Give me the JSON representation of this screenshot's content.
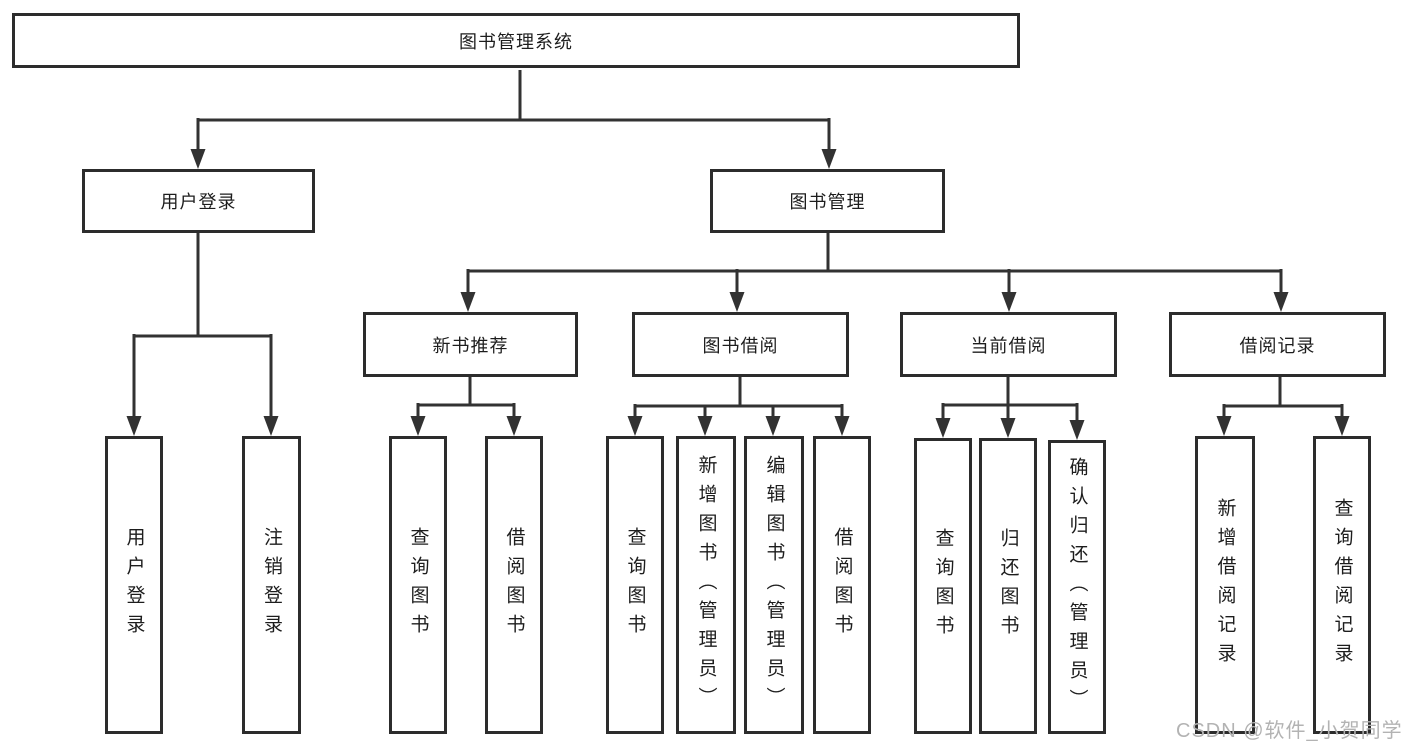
{
  "diagram": {
    "root": {
      "label": "图书管理系统"
    },
    "branches": [
      {
        "label": "用户登录",
        "children": [
          {
            "label": "用户登录"
          },
          {
            "label": "注销登录"
          }
        ]
      },
      {
        "label": "图书管理",
        "children": [
          {
            "label": "新书推荐",
            "children": [
              {
                "label": "查询图书"
              },
              {
                "label": "借阅图书"
              }
            ]
          },
          {
            "label": "图书借阅",
            "children": [
              {
                "label": "查询图书"
              },
              {
                "label": "新增图书（管理员）"
              },
              {
                "label": "编辑图书（管理员）"
              },
              {
                "label": "借阅图书"
              }
            ]
          },
          {
            "label": "当前借阅",
            "children": [
              {
                "label": "查询图书"
              },
              {
                "label": "归还图书"
              },
              {
                "label": "确认归还（管理员）"
              }
            ]
          },
          {
            "label": "借阅记录",
            "children": [
              {
                "label": "新增借阅记录"
              },
              {
                "label": "查询借阅记录"
              }
            ]
          }
        ]
      }
    ]
  },
  "colors": {
    "line": "#323232",
    "border": "#2c2c2c",
    "text": "#1d1d1d",
    "watermark": "#b3b3b3"
  },
  "watermark": {
    "text": "CSDN @软件_小贺同学"
  }
}
